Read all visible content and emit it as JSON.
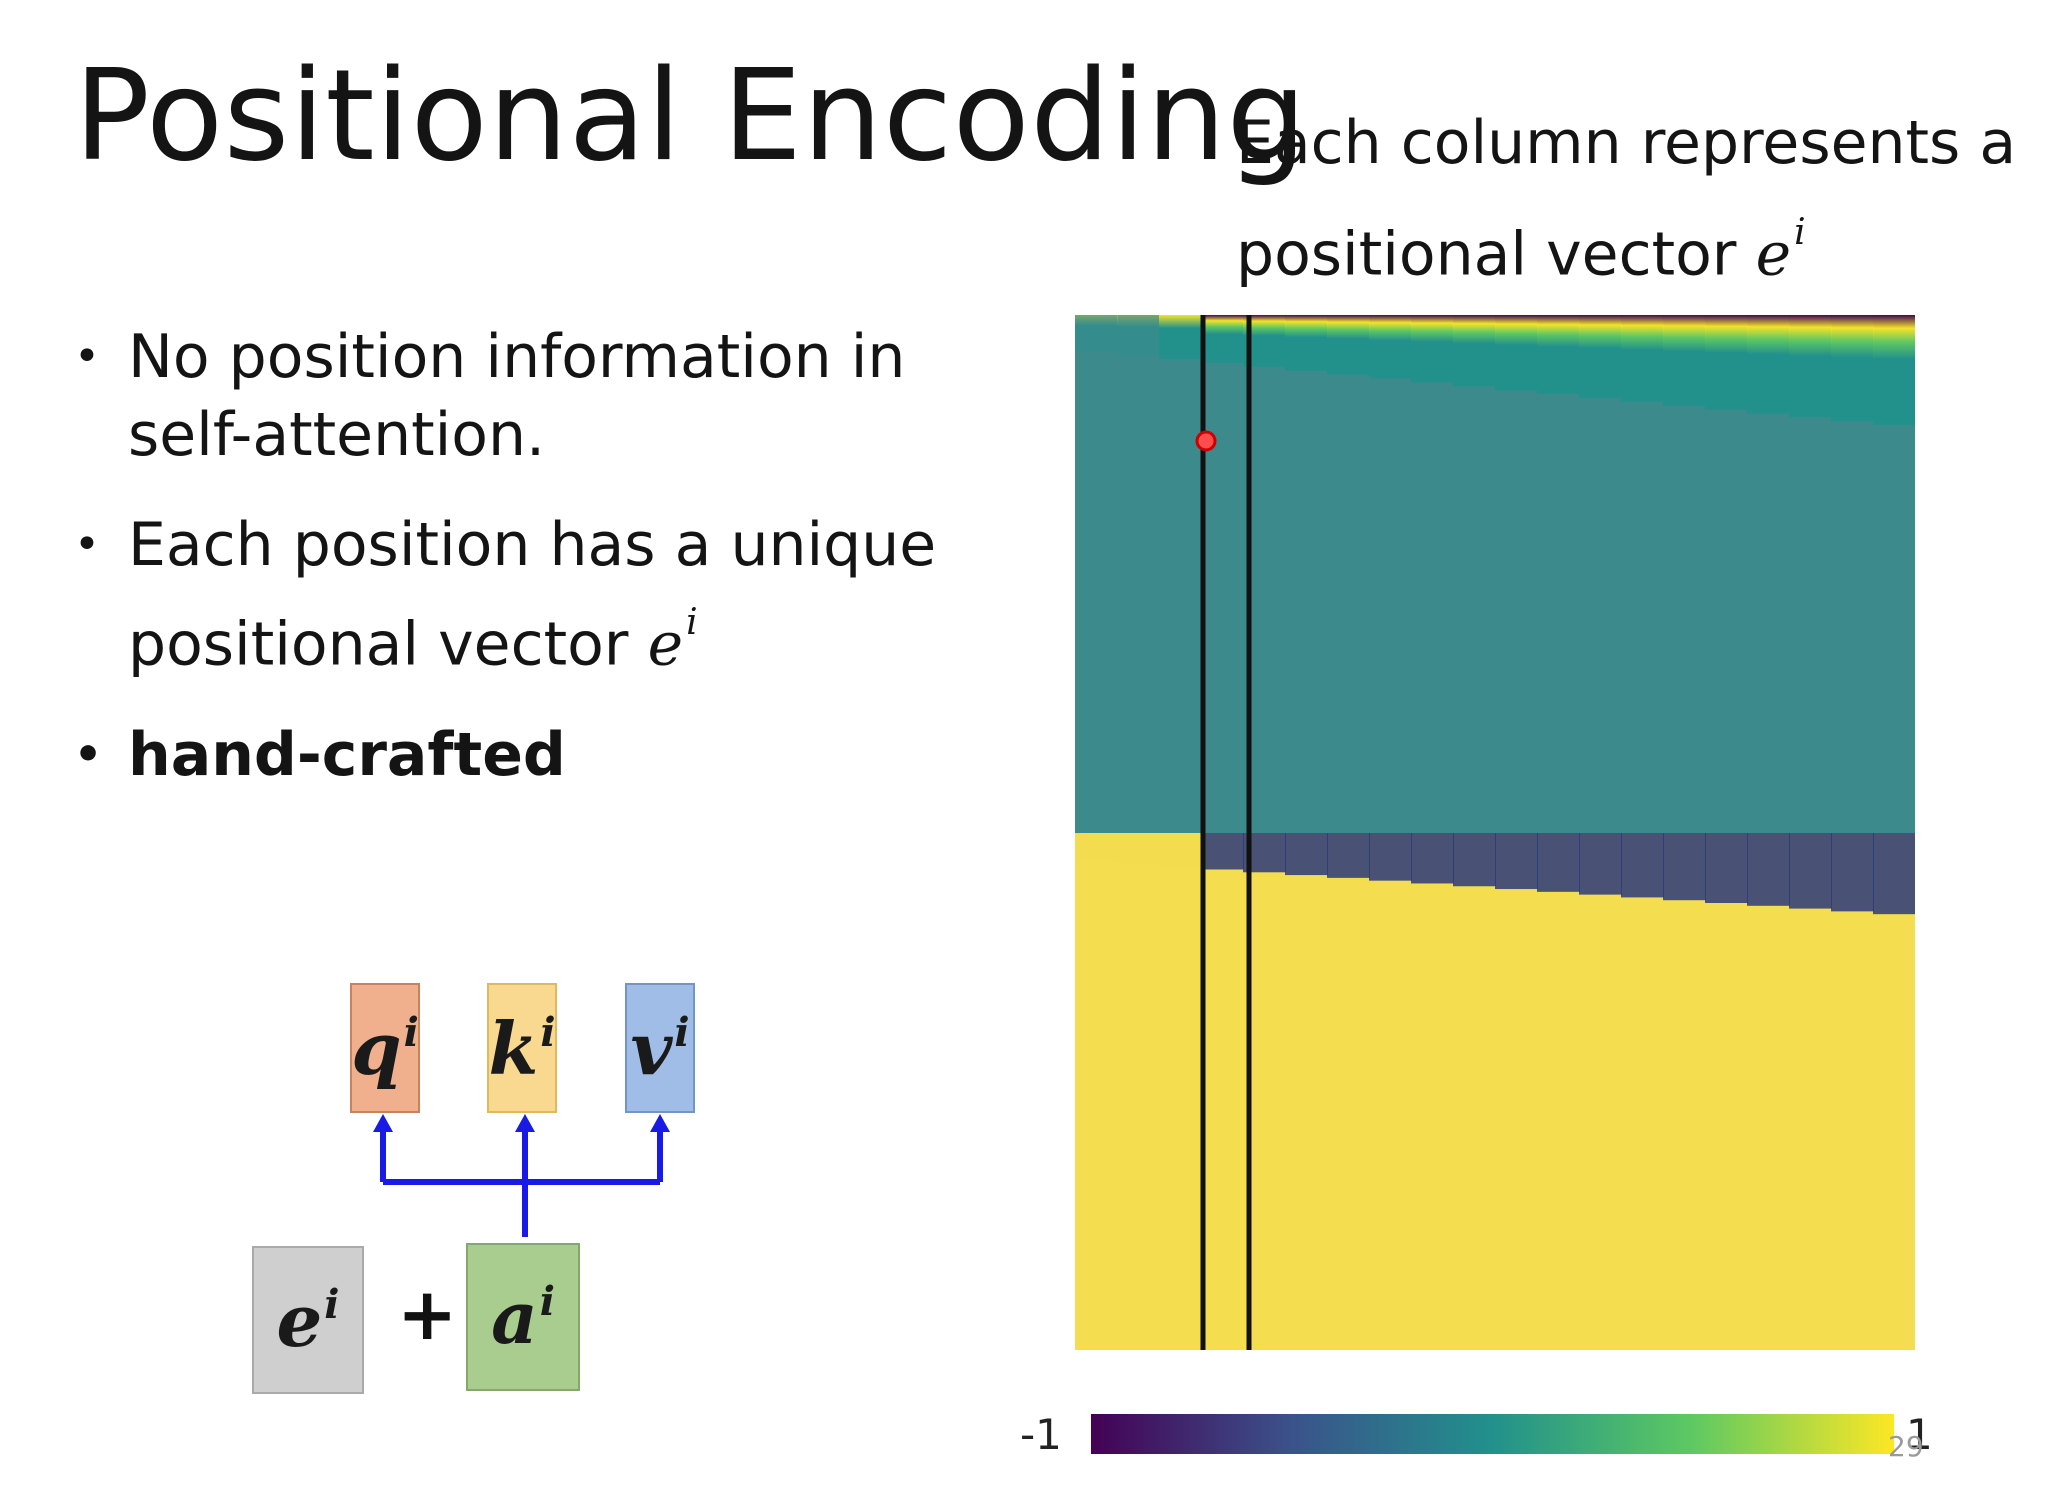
{
  "title": "Positional Encoding",
  "caption": {
    "line1": "Each column represents a",
    "line2_text": "positional vector ",
    "symbol": "e",
    "sup": "i"
  },
  "bullets": [
    {
      "text": "No position information in self-attention."
    },
    {
      "text": "Each position has a unique positional vector ",
      "symbol": "e",
      "sup": "i"
    },
    {
      "text": "hand-crafted"
    }
  ],
  "diagram": {
    "q": {
      "base": "q",
      "sup": "i",
      "color": "#f0b08e"
    },
    "k": {
      "base": "k",
      "sup": "i",
      "color": "#f9d88f"
    },
    "v": {
      "base": "v",
      "sup": "i",
      "color": "#9fbde6"
    },
    "e": {
      "base": "e",
      "sup": "i",
      "color": "#cfcfcf"
    },
    "a": {
      "base": "a",
      "sup": "i",
      "color": "#a9cd8e"
    },
    "plus": "+",
    "arrow_color": "#1a1ae6"
  },
  "chart_data": {
    "type": "heatmap",
    "colormap": "viridis",
    "value_range": [
      -1,
      1
    ],
    "colorbar_labels": [
      "-1",
      "1"
    ]
  },
  "page_number": "29"
}
